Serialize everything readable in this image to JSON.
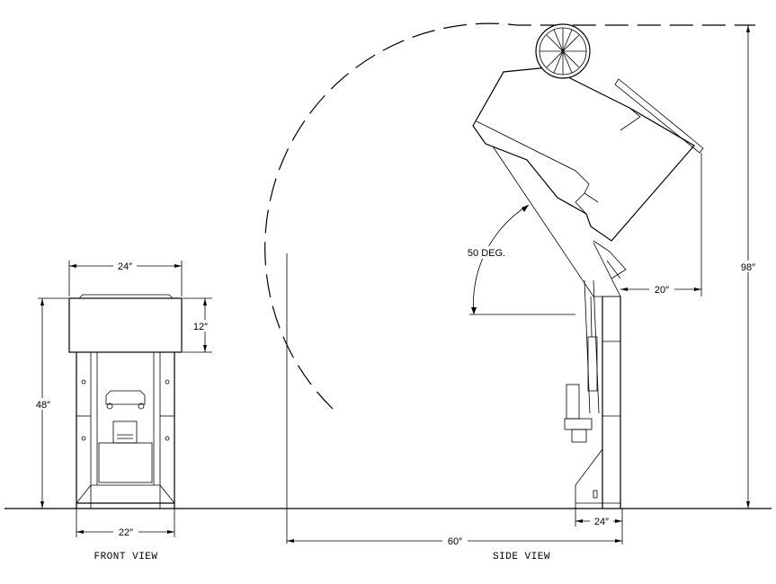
{
  "dimensions": {
    "front_width_top": "24″",
    "front_head_height": "12″",
    "front_total_height": "48″",
    "front_base_width": "22″",
    "side_reach": "20″",
    "side_total_height": "98″",
    "side_base_width": "24″",
    "side_swing_length": "60″"
  },
  "angle_label": "50 DEG.",
  "views": {
    "front": "FRONT VIEW",
    "side": "SIDE VIEW"
  }
}
